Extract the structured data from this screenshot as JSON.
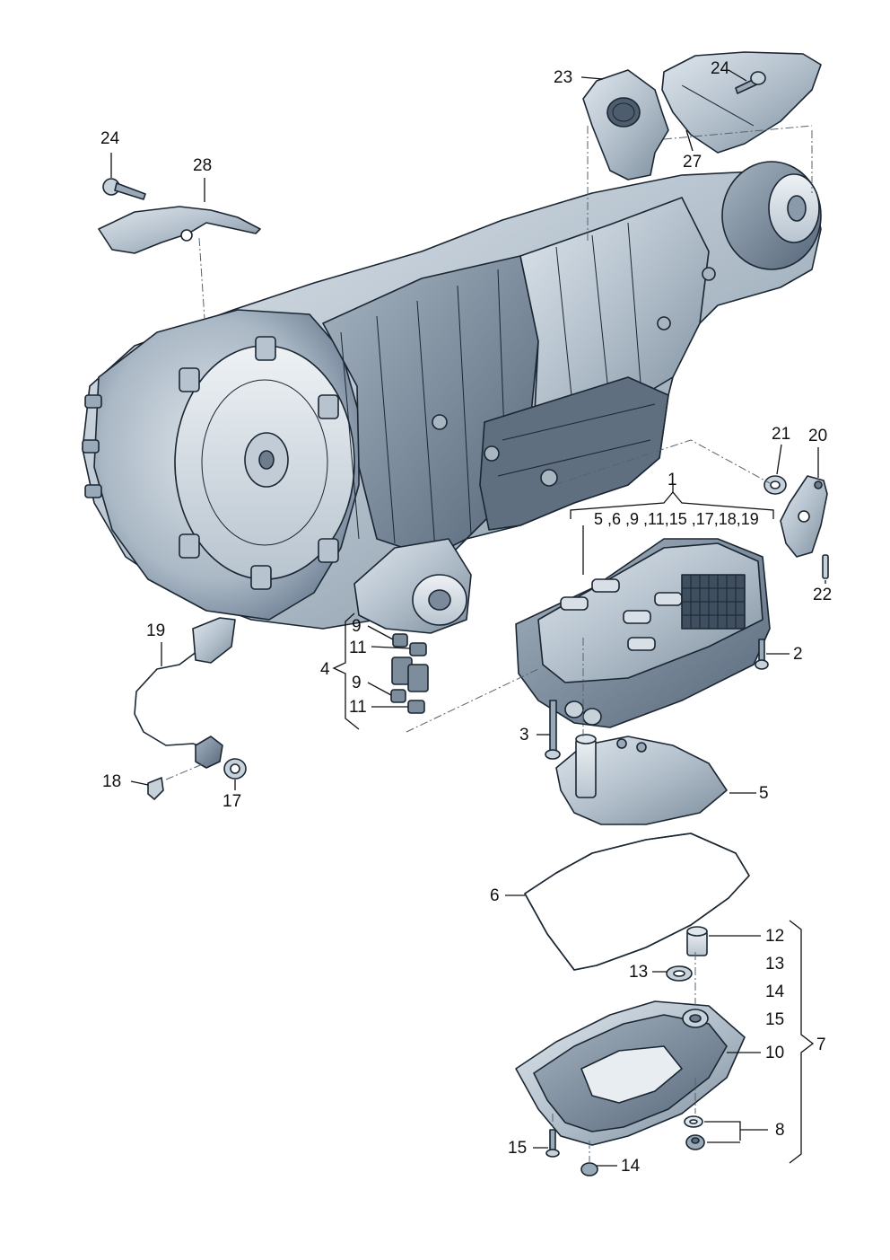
{
  "diagram": {
    "colors": {
      "metal_light": "#c9d3dc",
      "metal_mid": "#9aa9b7",
      "metal_dark": "#5f6f7f",
      "outline": "#1a2632",
      "background": "#ffffff"
    },
    "labels": {
      "l1": "1",
      "l1_list": "5 ,6 ,9 ,11,15 ,17,18,19",
      "l2": "2",
      "l3": "3",
      "l4": "4",
      "l5": "5",
      "l6": "6",
      "l7": "7",
      "l8": "8",
      "l9a": "9",
      "l9b": "9",
      "l10": "10",
      "l11a": "11",
      "l11b": "11",
      "l12": "12",
      "l13a": "13",
      "l13b": "13",
      "l14a": "14",
      "l14b": "14",
      "l15a": "15",
      "l15b": "15",
      "l17": "17",
      "l18": "18",
      "l19": "19",
      "l20": "20",
      "l21": "21",
      "l22": "22",
      "l23": "23",
      "l24a": "24",
      "l24b": "24",
      "l27": "27",
      "l28": "28"
    }
  }
}
